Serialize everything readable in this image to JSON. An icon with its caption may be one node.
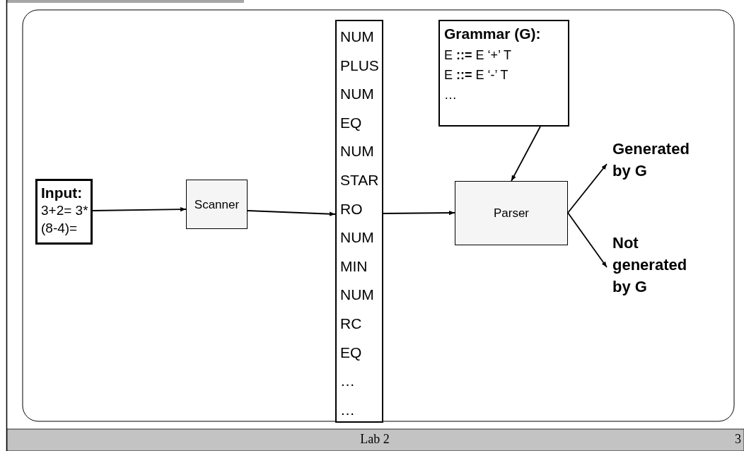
{
  "diagram": {
    "nodes": [
      {
        "text": [
          "Input:",
          "3+2= 3*(8-4)="
        ]
      },
      {
        "text": [
          "Scanner"
        ]
      },
      {
        "text": [
          "NUM",
          "PLUS",
          "NUM",
          "EQ",
          "NUM",
          "STAR",
          "RO",
          "NUM",
          "MIN",
          "NUM",
          "RC",
          "EQ",
          "…",
          "…"
        ]
      },
      {
        "text": [
          "Grammar (G):",
          "E **::=** E ‘+’ T",
          "E **::=** E ‘-’ T",
          "…"
        ]
      },
      {
        "text": [
          "Parser"
        ]
      },
      {
        "text": [
          "Generated by G"
        ]
      },
      {
        "text": [
          "Not generated by G"
        ]
      }
    ],
    "edges": [
      {
        "from": 0,
        "to": 1,
        "arrow": "to"
      },
      {
        "from": 1,
        "to": 2,
        "arrow": "to"
      },
      {
        "from": 2,
        "to": 4,
        "arrow": "to"
      },
      {
        "from": 3,
        "to": 4,
        "arrow": "to"
      },
      {
        "from": 4,
        "to": 5,
        "arrow": "to"
      },
      {
        "from": 4,
        "to": 6,
        "arrow": "to"
      }
    ],
    "labels": [
      "Lab 2",
      "3"
    ]
  }
}
